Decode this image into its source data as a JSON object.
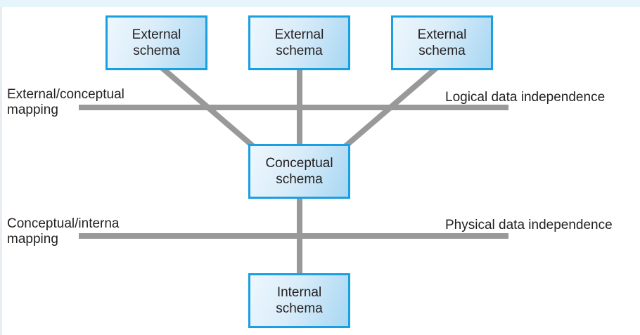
{
  "diagram": {
    "title_hint": "Three-level ANSI-SPARC database architecture",
    "boxes": {
      "external1": "External\nschema",
      "external2": "External\nschema",
      "external3": "External\nschema",
      "conceptual": "Conceptual\nschema",
      "internal": "Internal\nschema"
    },
    "labels": {
      "external_conceptual_mapping": "External/conceptual\nmapping",
      "logical_data_independence": "Logical data independence",
      "conceptual_internal_mapping": "Conceptual/interna\nmapping",
      "physical_data_independence": "Physical data independence"
    },
    "colors": {
      "box_border": "#1b9fe3",
      "box_fill_light": "#eef7fd",
      "box_fill_dark": "#a7d7f3",
      "connector_gray": "#999999",
      "text": "#231f20",
      "top_strip": "#e6f4fb"
    }
  }
}
